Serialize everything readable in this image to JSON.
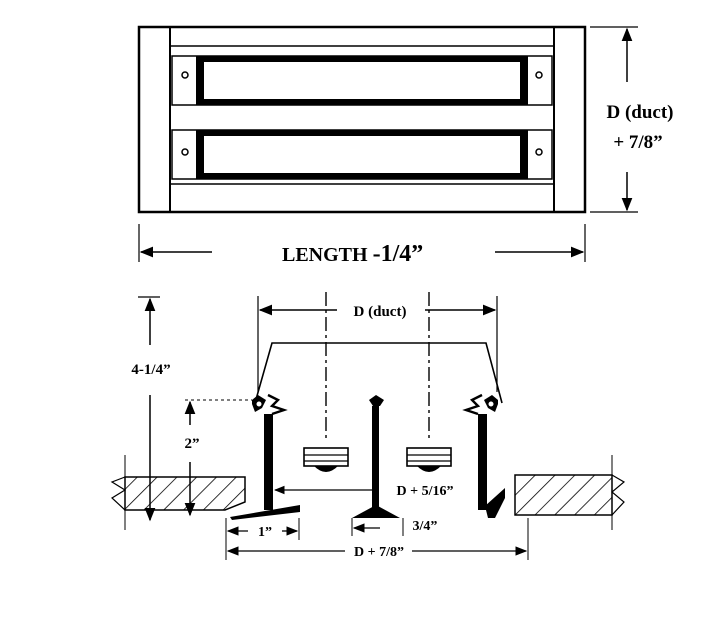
{
  "top_view": {
    "depth_label_line1": "D (duct)",
    "depth_label_line2": "+ 7/8”",
    "length_label_word": "LENGTH",
    "length_label_value": "-1/4”"
  },
  "section_view": {
    "duct_width_label": "D (duct)",
    "overall_height_label": "4-1/4”",
    "collar_height_label": "2”",
    "inner_width_label": "D + 5/16”",
    "flange_label": "1”",
    "center_tee_label": "3/4”",
    "overall_width_label": "D + 7/8”"
  }
}
